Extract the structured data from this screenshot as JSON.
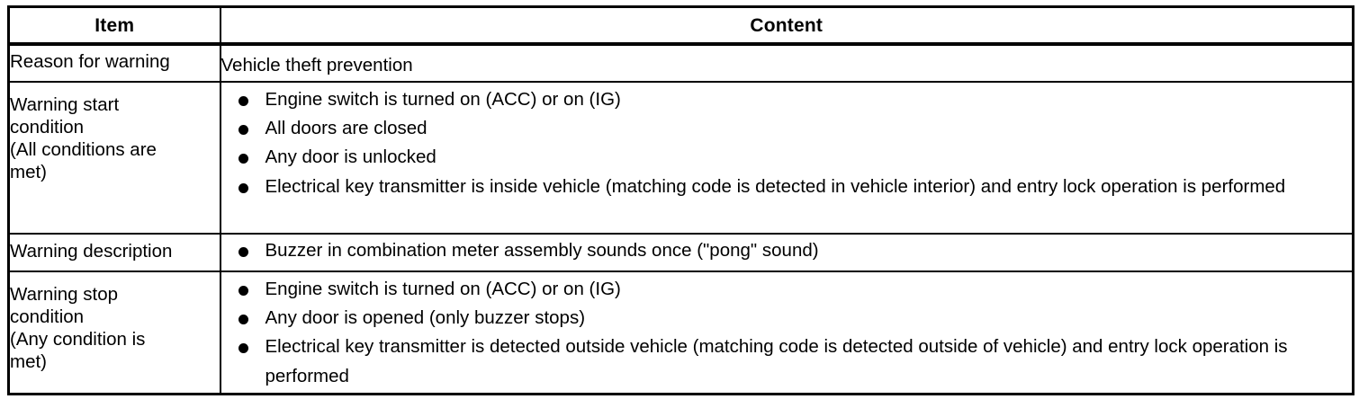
{
  "table": {
    "columns": [
      {
        "key": "item",
        "label": "Item"
      },
      {
        "key": "content",
        "label": "Content"
      }
    ],
    "rows": [
      {
        "item": "Reason for warning",
        "content_type": "plain",
        "content_text": "Vehicle theft prevention"
      },
      {
        "item": "Warning start\ncondition\n(All conditions are\nmet)",
        "content_type": "bullets",
        "bullets": [
          "Engine switch is turned on (ACC) or on (IG)",
          "All doors are closed",
          "Any door is unlocked",
          "Electrical key transmitter is inside vehicle (matching code is detected in vehicle interior) and entry lock operation is performed"
        ]
      },
      {
        "item": "Warning description",
        "content_type": "bullets",
        "bullets": [
          "Buzzer in combination meter assembly sounds once (\"pong\" sound)"
        ]
      },
      {
        "item": "Warning stop\ncondition\n(Any condition is\nmet)",
        "content_type": "bullets",
        "bullets": [
          "Engine switch is turned on (ACC) or on (IG)",
          "Any door is opened (only buzzer stops)",
          "Electrical key transmitter is detected outside vehicle (matching code is detected outside of vehicle) and entry lock operation is performed"
        ]
      }
    ]
  },
  "style": {
    "text_color": "#000000",
    "background": "#ffffff",
    "border_color": "#000000"
  }
}
